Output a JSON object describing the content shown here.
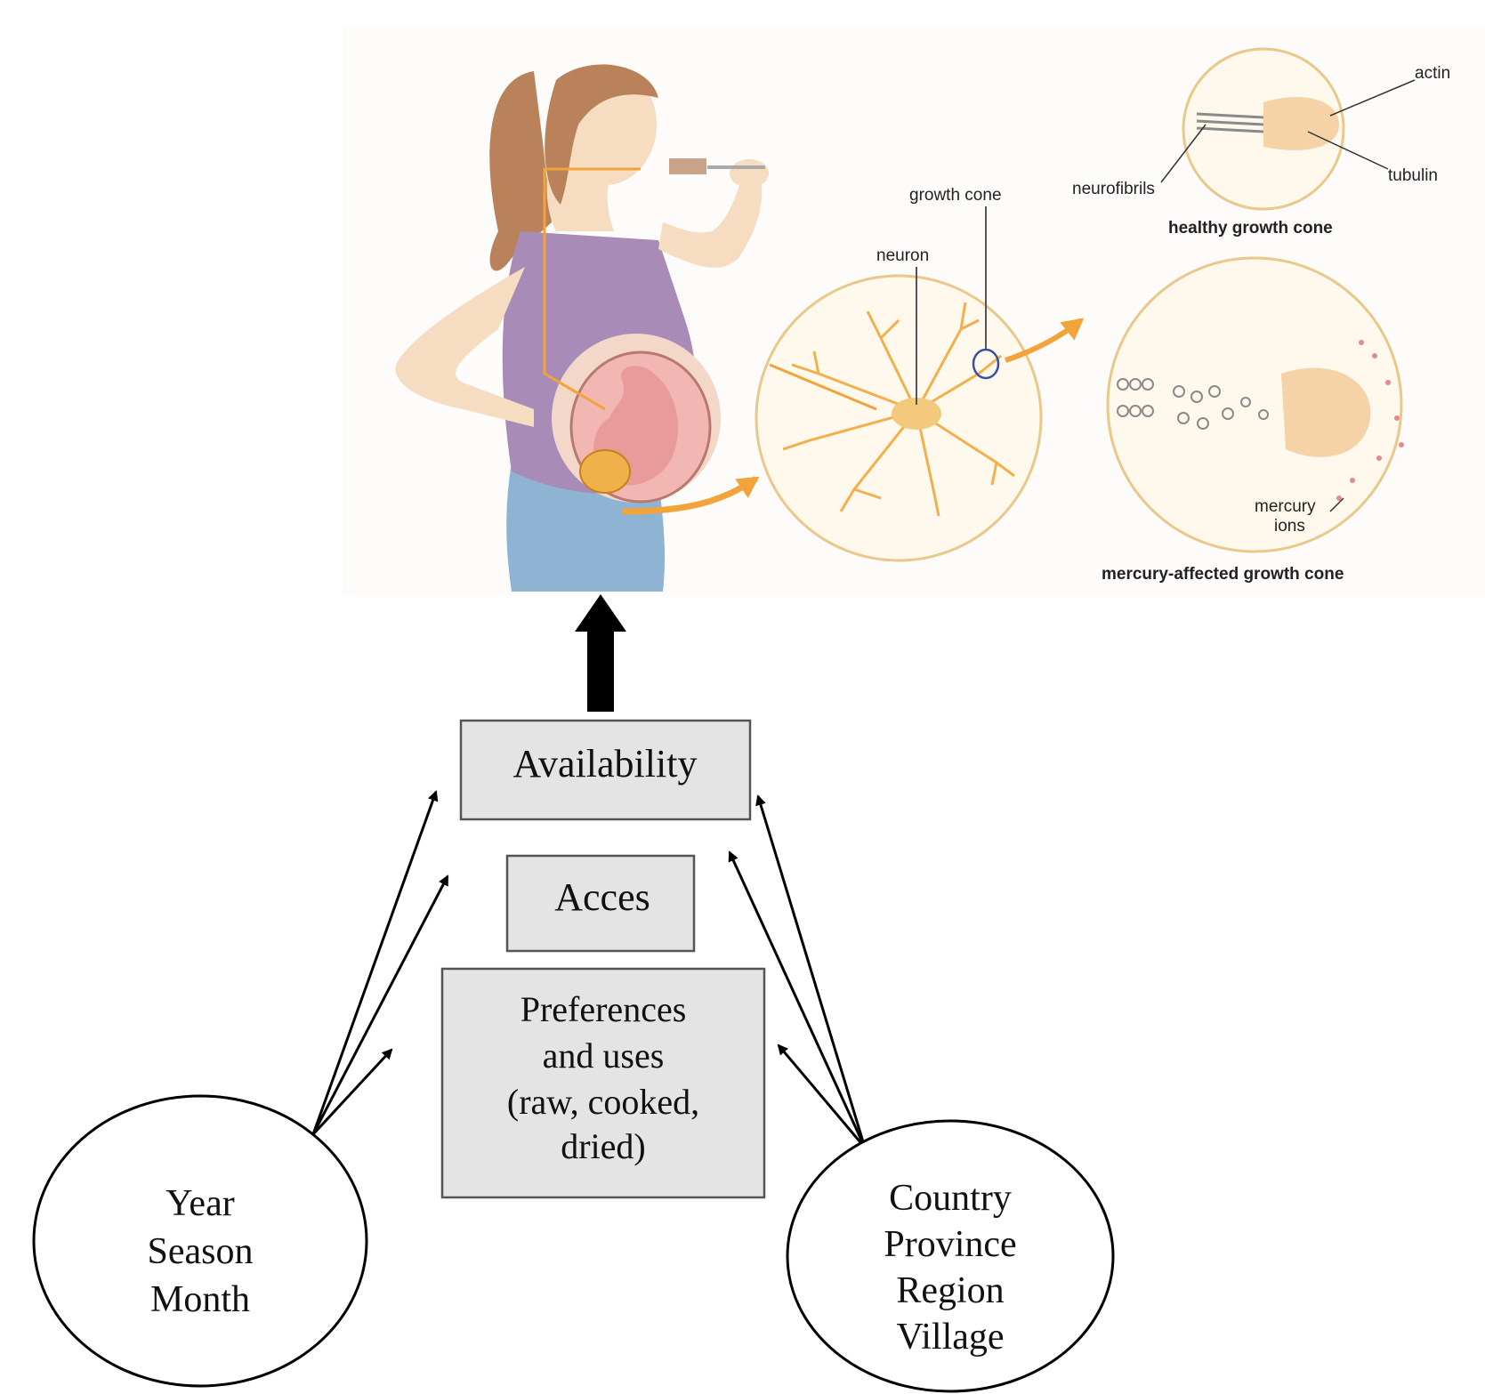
{
  "illustration": {
    "labels": {
      "growth_cone": "growth cone",
      "neuron": "neuron",
      "neurofibrils": "neurofibrils",
      "actin": "actin",
      "tubulin": "tubulin",
      "mercury_ions_line1": "mercury",
      "mercury_ions_line2": "ions"
    },
    "captions": {
      "healthy": "healthy growth cone",
      "affected": "mercury-affected growth cone"
    }
  },
  "boxes": {
    "availability": "Availability",
    "access": "Acces",
    "preferences": {
      "line1": "Preferences",
      "line2": "and uses",
      "line3": "(raw, cooked,",
      "line4": "dried)"
    }
  },
  "time_node": {
    "line1": "Year",
    "line2": "Season",
    "line3": "Month"
  },
  "place_node": {
    "line1": "Country",
    "line2": "Province",
    "line3": "Region",
    "line4": "Village"
  },
  "colors": {
    "box_fill": "#e4e4e4",
    "orange": "#f2a33a",
    "skin": "#f6dcc0",
    "hair": "#b9825a",
    "top": "#a88bb7",
    "jeans": "#8fb3d3"
  }
}
